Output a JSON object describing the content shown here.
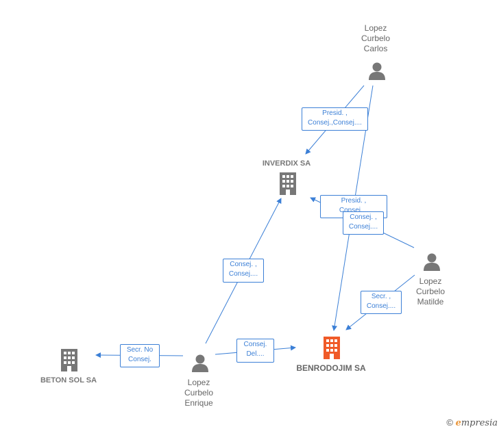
{
  "persons": {
    "carlos": {
      "lines": [
        "Lopez",
        "Curbelo",
        "Carlos"
      ]
    },
    "matilde": {
      "lines": [
        "Lopez",
        "Curbelo",
        "Matilde"
      ]
    },
    "enrique": {
      "lines": [
        "Lopez",
        "Curbelo",
        "Enrique"
      ]
    }
  },
  "companies": {
    "inverdix": {
      "name": "INVERDIX SA"
    },
    "benrodojim": {
      "name": "BENRODOJIM SA"
    },
    "betonsol": {
      "name": "BETON SOL SA"
    }
  },
  "edges": {
    "carlos_inverdix": {
      "lines": [
        "Presid. ,",
        "Consej.,Consej...."
      ]
    },
    "matilde_inverdix": {
      "lines": [
        "Presid. ,",
        "Consej...."
      ]
    },
    "carlos_benrodojim": {
      "lines": [
        "Consej. ,",
        "Consej...."
      ]
    },
    "matilde_benrodojim": {
      "lines": [
        "Secr. ,",
        "Consej...."
      ]
    },
    "enrique_inverdix": {
      "lines": [
        "Consej. ,",
        "Consej...."
      ]
    },
    "enrique_benrodojim": {
      "lines": [
        "Consej.",
        "Del...."
      ]
    },
    "enrique_betonsol": {
      "lines": [
        "Secr.  No",
        "Consej."
      ]
    }
  },
  "footer": {
    "copyright_symbol": "©",
    "brand_initial": "e",
    "brand_rest": "mpresia"
  },
  "colors": {
    "edge": "#3b7fd6",
    "node": "#777777",
    "main_company": "#f05a28"
  }
}
